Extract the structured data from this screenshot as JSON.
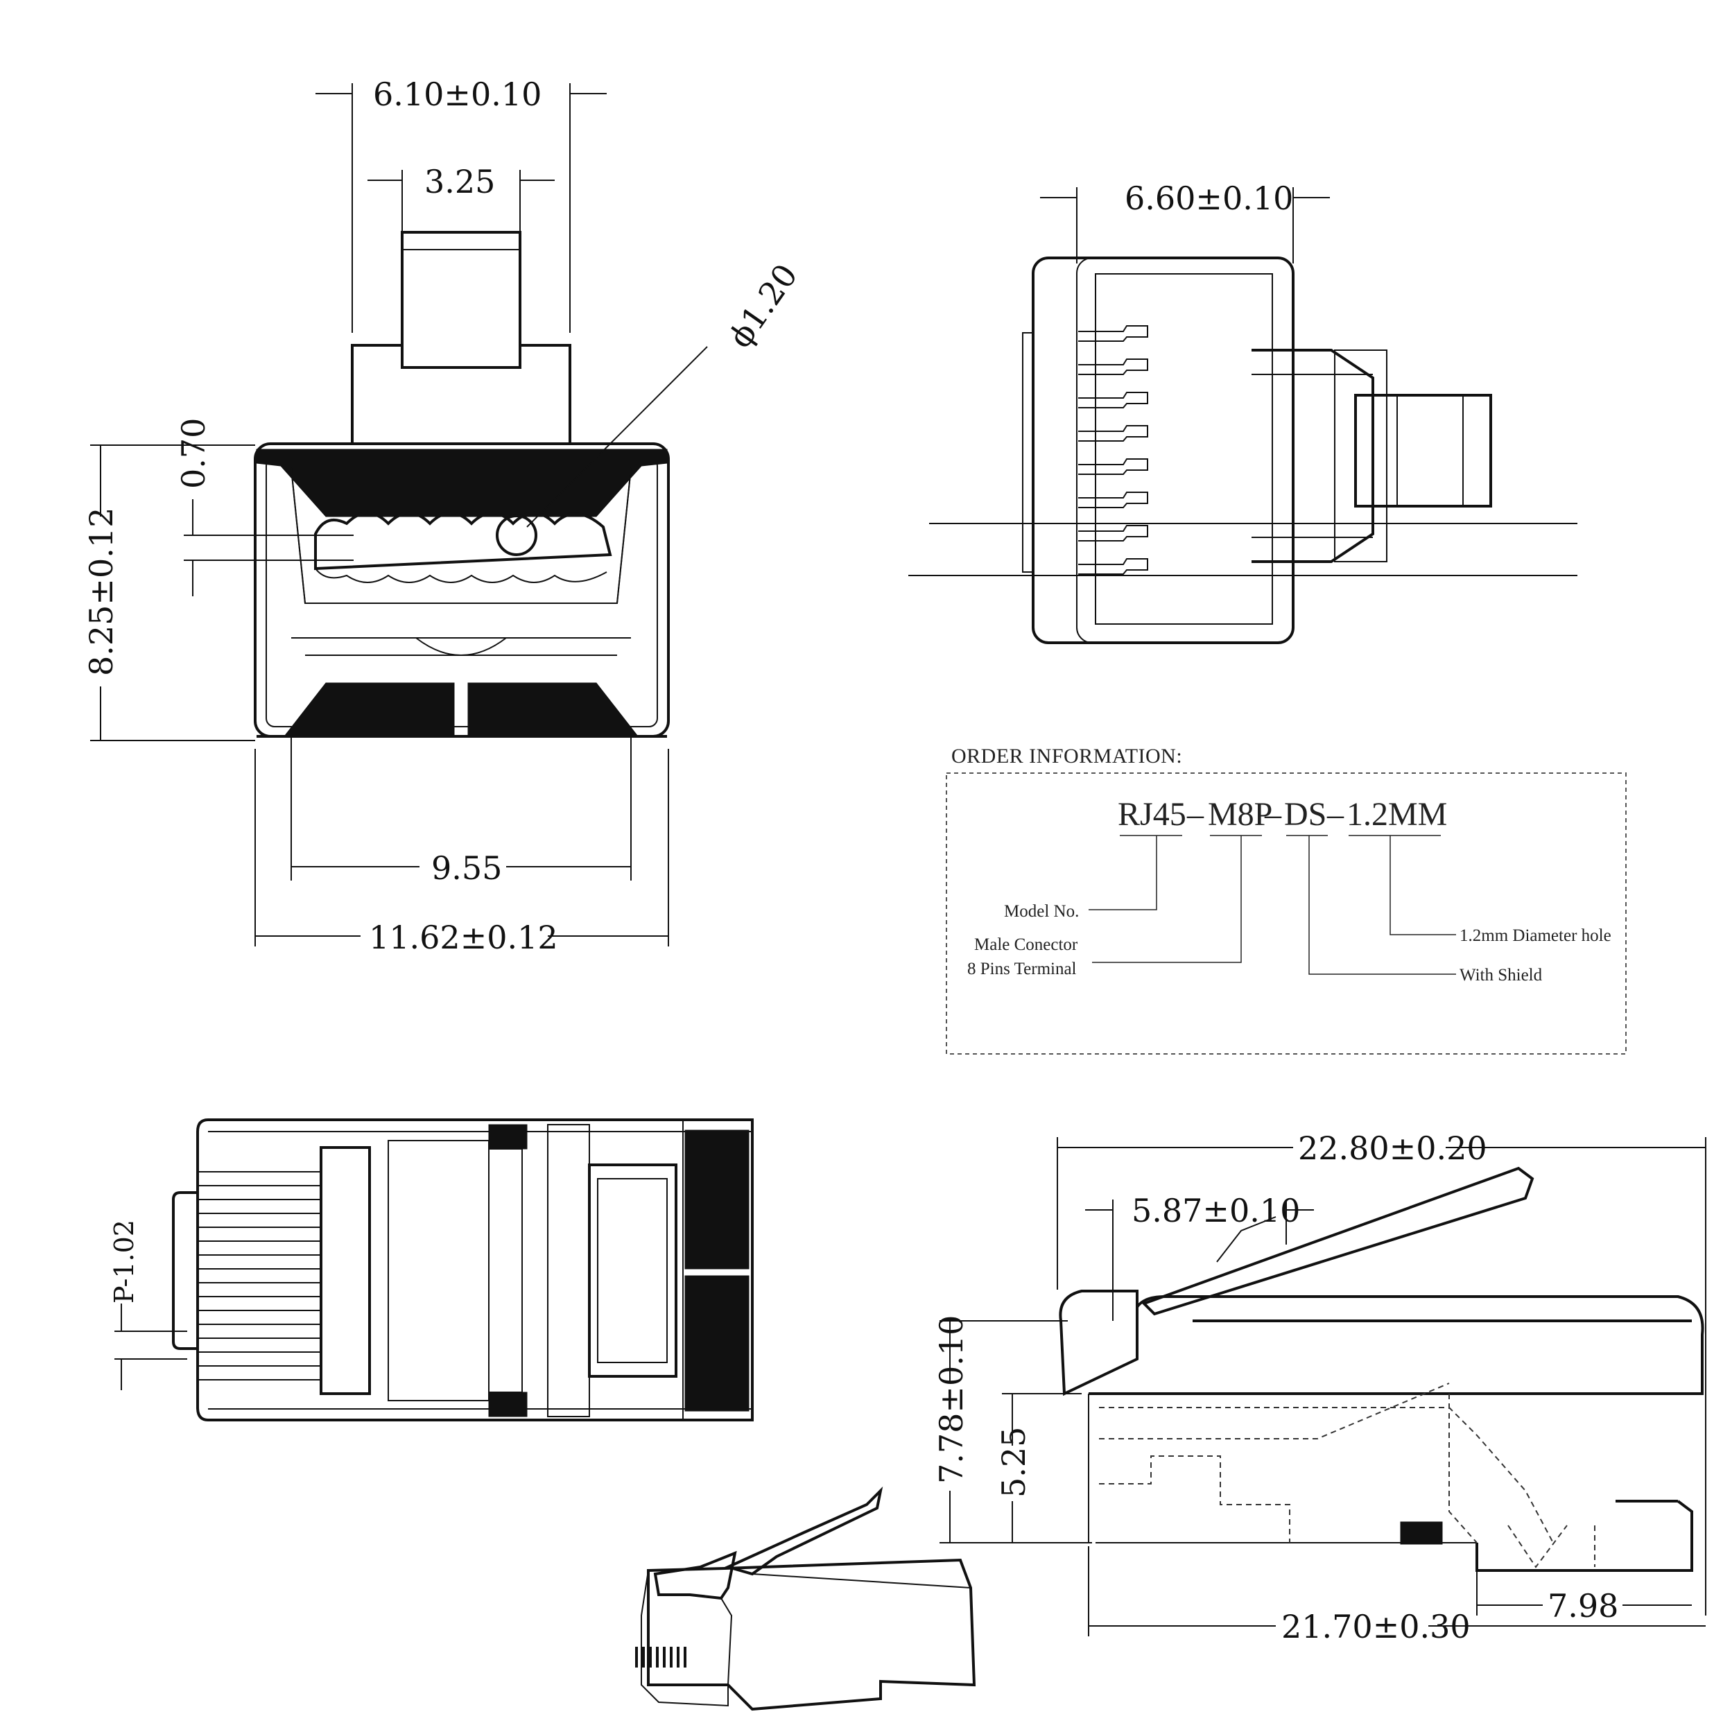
{
  "dimensions": {
    "front_width_top": "6.10±0.10",
    "latch_width": "3.25",
    "hole_diameter": "ϕ1.20",
    "pin_spacing": "0.70",
    "front_height": "8.25±0.12",
    "inner_width": "9.55",
    "outer_width": "11.62±0.12",
    "side_width": "6.60±0.10",
    "pitch": "P-1.02",
    "total_length": "22.80±0.20",
    "latch_offset": "5.87±0.10",
    "overall_height": "7.78±0.10",
    "body_height": "5.25",
    "tab_length": "7.98",
    "body_length": "21.70±0.30"
  },
  "order_info": {
    "heading": "ORDER INFORMATION:",
    "code_parts": [
      "RJ45",
      "M8P",
      "DS",
      "1.2MM"
    ],
    "separator": "–",
    "labels": {
      "model": "Model No.",
      "male_line1": "Male Conector",
      "male_line2": "8 Pins Terminal",
      "hole": "1.2mm Diameter hole",
      "shield": "With Shield"
    }
  },
  "icons": [
    "rj45-connector-isometric-icon"
  ]
}
